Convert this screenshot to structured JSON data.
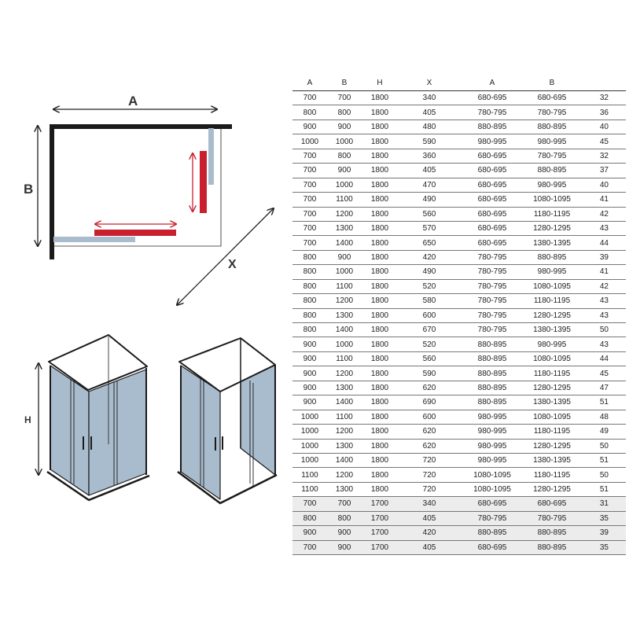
{
  "diagram": {
    "label_a": "A",
    "label_b": "B",
    "label_x": "X",
    "label_h": "H"
  },
  "table": {
    "headers": [
      "A",
      "B",
      "H",
      "X",
      "A",
      "B",
      ""
    ],
    "rows": [
      [
        "700",
        "700",
        "1800",
        "340",
        "680-695",
        "680-695",
        "32"
      ],
      [
        "800",
        "800",
        "1800",
        "405",
        "780-795",
        "780-795",
        "36"
      ],
      [
        "900",
        "900",
        "1800",
        "480",
        "880-895",
        "880-895",
        "40"
      ],
      [
        "1000",
        "1000",
        "1800",
        "590",
        "980-995",
        "980-995",
        "45"
      ],
      [
        "700",
        "800",
        "1800",
        "360",
        "680-695",
        "780-795",
        "32"
      ],
      [
        "700",
        "900",
        "1800",
        "405",
        "680-695",
        "880-895",
        "37"
      ],
      [
        "700",
        "1000",
        "1800",
        "470",
        "680-695",
        "980-995",
        "40"
      ],
      [
        "700",
        "1100",
        "1800",
        "490",
        "680-695",
        "1080-1095",
        "41"
      ],
      [
        "700",
        "1200",
        "1800",
        "560",
        "680-695",
        "1180-1195",
        "42"
      ],
      [
        "700",
        "1300",
        "1800",
        "570",
        "680-695",
        "1280-1295",
        "43"
      ],
      [
        "700",
        "1400",
        "1800",
        "650",
        "680-695",
        "1380-1395",
        "44"
      ],
      [
        "800",
        "900",
        "1800",
        "420",
        "780-795",
        "880-895",
        "39"
      ],
      [
        "800",
        "1000",
        "1800",
        "490",
        "780-795",
        "980-995",
        "41"
      ],
      [
        "800",
        "1100",
        "1800",
        "520",
        "780-795",
        "1080-1095",
        "42"
      ],
      [
        "800",
        "1200",
        "1800",
        "580",
        "780-795",
        "1180-1195",
        "43"
      ],
      [
        "800",
        "1300",
        "1800",
        "600",
        "780-795",
        "1280-1295",
        "43"
      ],
      [
        "800",
        "1400",
        "1800",
        "670",
        "780-795",
        "1380-1395",
        "50"
      ],
      [
        "900",
        "1000",
        "1800",
        "520",
        "880-895",
        "980-995",
        "43"
      ],
      [
        "900",
        "1100",
        "1800",
        "560",
        "880-895",
        "1080-1095",
        "44"
      ],
      [
        "900",
        "1200",
        "1800",
        "590",
        "880-895",
        "1180-1195",
        "45"
      ],
      [
        "900",
        "1300",
        "1800",
        "620",
        "880-895",
        "1280-1295",
        "47"
      ],
      [
        "900",
        "1400",
        "1800",
        "690",
        "880-895",
        "1380-1395",
        "51"
      ],
      [
        "1000",
        "1100",
        "1800",
        "600",
        "980-995",
        "1080-1095",
        "48"
      ],
      [
        "1000",
        "1200",
        "1800",
        "620",
        "980-995",
        "1180-1195",
        "49"
      ],
      [
        "1000",
        "1300",
        "1800",
        "620",
        "980-995",
        "1280-1295",
        "50"
      ],
      [
        "1000",
        "1400",
        "1800",
        "720",
        "980-995",
        "1380-1395",
        "51"
      ],
      [
        "1100",
        "1200",
        "1800",
        "720",
        "1080-1095",
        "1180-1195",
        "50"
      ],
      [
        "1100",
        "1300",
        "1800",
        "720",
        "1080-1095",
        "1280-1295",
        "51"
      ],
      [
        "700",
        "700",
        "1700",
        "340",
        "680-695",
        "680-695",
        "31"
      ],
      [
        "800",
        "800",
        "1700",
        "405",
        "780-795",
        "780-795",
        "35"
      ],
      [
        "900",
        "900",
        "1700",
        "420",
        "880-895",
        "880-895",
        "39"
      ],
      [
        "700",
        "900",
        "1700",
        "405",
        "680-695",
        "880-895",
        "35"
      ]
    ]
  },
  "colors": {
    "accent_red": "#c8202f",
    "glass_blue": "#a9bccd",
    "frame": "#1a1a1a"
  }
}
